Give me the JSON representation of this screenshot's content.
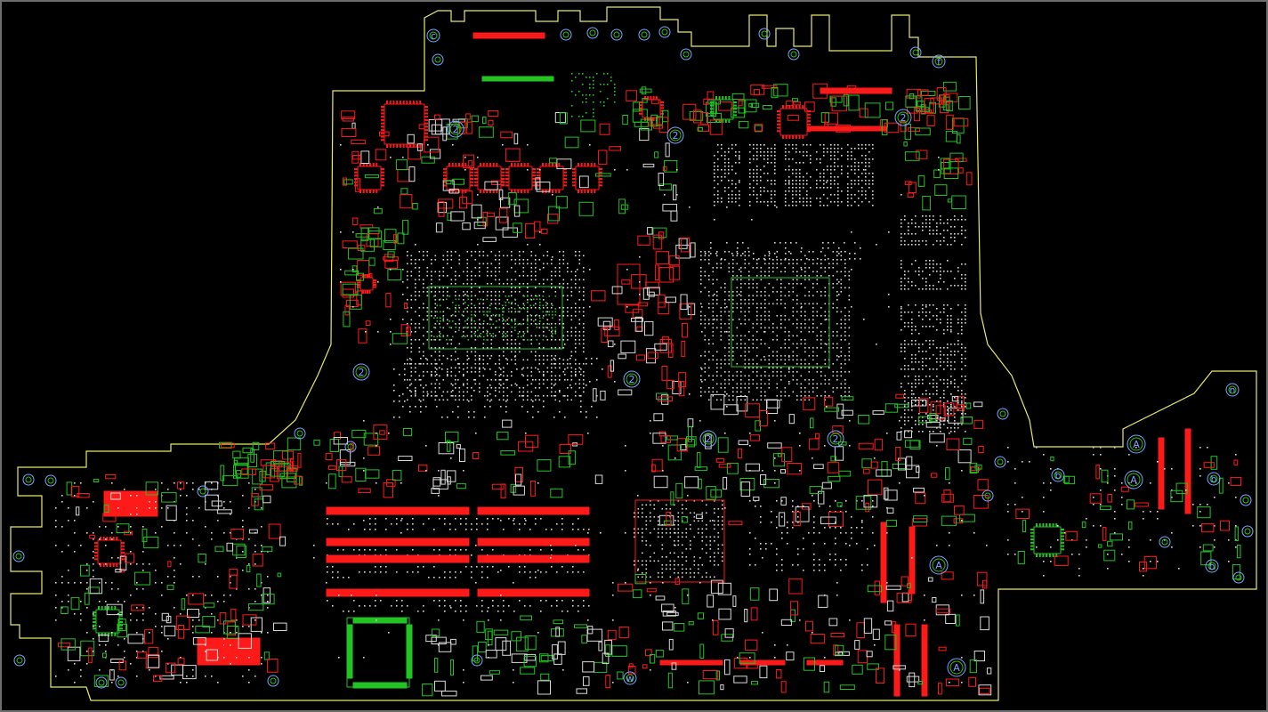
{
  "viewer": {
    "background": "#000000",
    "outline_color": "#e8e86a",
    "top_layer_color": "#ff1a1a",
    "bottom_layer_color": "#22c322",
    "pin_color": "#d9d9d9",
    "testpoint_color": "#7aa6ff"
  },
  "markers": {
    "two": "2",
    "a": "A",
    "b": "b",
    "c": "c",
    "n": "n",
    "f": "f",
    "w": "w"
  }
}
